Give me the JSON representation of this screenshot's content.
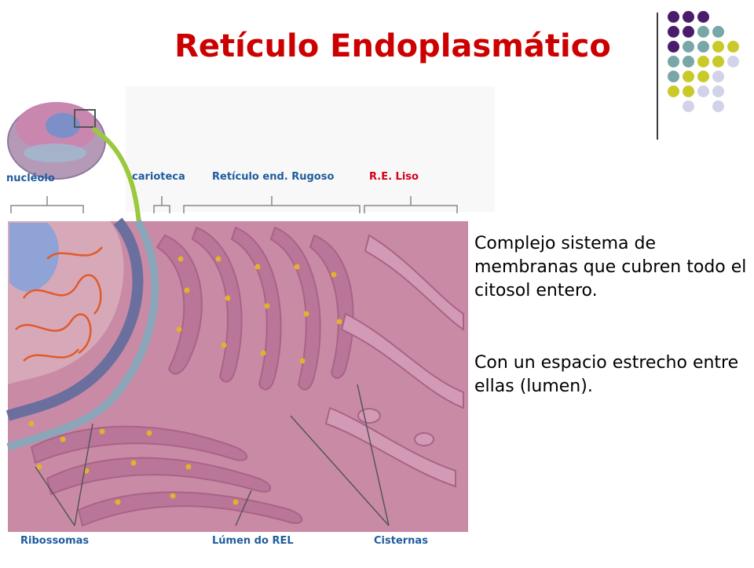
{
  "slide": {
    "title": "Retículo Endoplasmático",
    "paragraphs": [
      "Complejo sistema de membranas que cubren todo el citosol entero.",
      "Con un espacio estrecho entre ellas (lumen)."
    ]
  },
  "figure": {
    "labels": {
      "nucleolo": "nucléolo",
      "carioteca": "carioteca",
      "rer": "Retículo end. Rugoso",
      "rel": "R.E. Liso",
      "ribossomas": "Ribossomas",
      "lumen": "Lúmen do REL",
      "cisternas": "Cisternas"
    }
  },
  "colors": {
    "title": "#cc0000",
    "label_blue": "#1f5c9e",
    "label_red": "#d0021b",
    "er_pink": "#c98aa6",
    "dot_purple": "#4b1c6b",
    "dot_teal": "#79a6a6",
    "dot_yellow": "#c9c92a",
    "dot_lavender": "#d2d2e8"
  }
}
